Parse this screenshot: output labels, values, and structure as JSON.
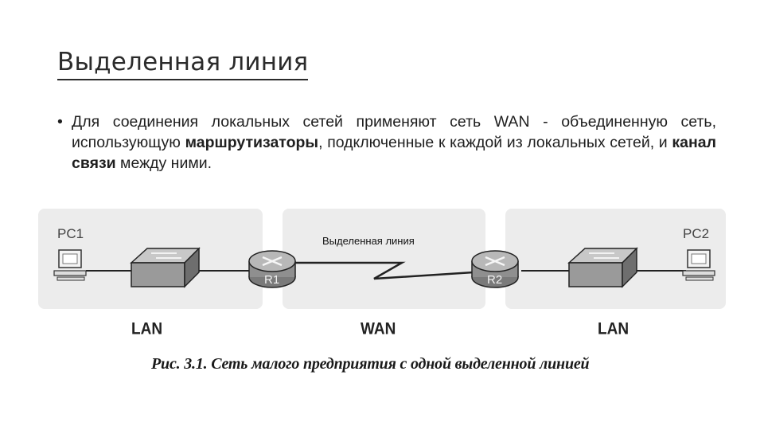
{
  "slide": {
    "title": "Выделенная линия",
    "bullet": {
      "text_1": "Для соединения локальных сетей применяют сеть WAN - объединенную сеть, использующую ",
      "bold_1": "маршрутизаторы",
      "text_2": ", подключенные к каждой из локальных сетей, и ",
      "bold_2": "канал связи",
      "text_3": " между ними."
    }
  },
  "figure": {
    "labels": {
      "pc1": "PC1",
      "pc2": "PC2",
      "r1": "R1",
      "r2": "R2",
      "line": "Выделенная линия",
      "lan_left": "LAN",
      "wan": "WAN",
      "lan_right": "LAN"
    },
    "caption": "Рис. 3.1. Сеть малого предприятия с одной выделенной линией"
  }
}
